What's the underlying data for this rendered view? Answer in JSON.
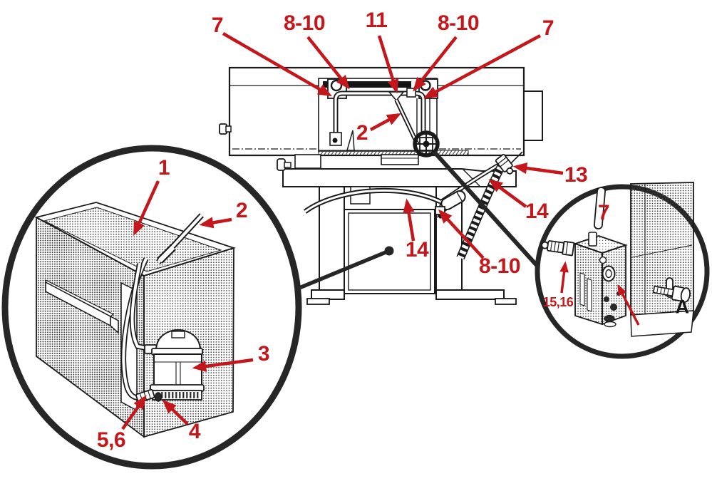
{
  "figure": {
    "type": "exploded-parts-diagram",
    "subject": "Horizontal band saw coolant system with tank, pump and valve detail insets"
  },
  "colors": {
    "callout_red": "#c3171b",
    "ink_black": "#1a1a1a",
    "background": "#ffffff"
  },
  "callouts": [
    {
      "id": "top-7-left",
      "text": "7"
    },
    {
      "id": "top-8-10-left",
      "text": "8-10"
    },
    {
      "id": "top-11",
      "text": "11"
    },
    {
      "id": "top-8-10-right",
      "text": "8-10"
    },
    {
      "id": "top-7-right",
      "text": "7"
    },
    {
      "id": "hose-2-top",
      "text": "2"
    },
    {
      "id": "fitting-13",
      "text": "13"
    },
    {
      "id": "hose-14-right",
      "text": "14"
    },
    {
      "id": "hose-14-left",
      "text": "14"
    },
    {
      "id": "valve-8-10-bottom",
      "text": "8-10"
    },
    {
      "id": "tank-1",
      "text": "1"
    },
    {
      "id": "tube-2-left",
      "text": "2"
    },
    {
      "id": "pump-3",
      "text": "3"
    },
    {
      "id": "clamp-4",
      "text": "4"
    },
    {
      "id": "barb-5-6",
      "text": "5,6"
    },
    {
      "id": "tube-7-detail",
      "text": "7"
    },
    {
      "id": "fitting-15-16",
      "text": "15,16"
    },
    {
      "id": "bolt-a",
      "text": "A"
    }
  ]
}
